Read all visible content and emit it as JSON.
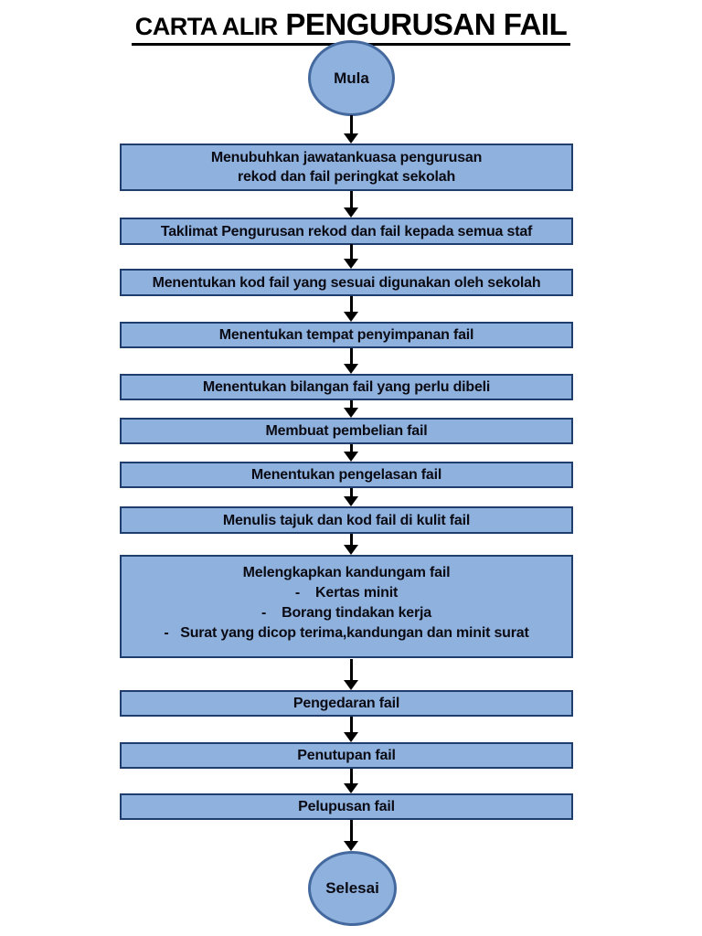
{
  "title": {
    "part1": "CARTA ALIR",
    "part2": "PENGURUSAN FAIL"
  },
  "colors": {
    "node_fill": "#8FB1DE",
    "box_border": "#1F3E6E",
    "circle_border": "#44699E",
    "arrow": "#000000",
    "text": "#0b0b14"
  },
  "nodes": {
    "start": {
      "label": "Mula"
    },
    "end": {
      "label": "Selesai"
    }
  },
  "steps": [
    {
      "label": "Menubuhkan jawatankuasa pengurusan\nrekod dan fail peringkat sekolah"
    },
    {
      "label": "Taklimat Pengurusan rekod dan fail kepada semua staf"
    },
    {
      "label": "Menentukan kod fail yang sesuai digunakan oleh sekolah"
    },
    {
      "label": "Menentukan tempat penyimpanan fail"
    },
    {
      "label": "Menentukan bilangan fail yang perlu dibeli"
    },
    {
      "label": "Membuat pembelian fail"
    },
    {
      "label": "Menentukan pengelasan fail"
    },
    {
      "label": "Menulis tajuk dan kod fail di kulit fail"
    },
    {
      "label": "Melengkapkan kandungam fail",
      "items": [
        "-    Kertas minit",
        "-    Borang tindakan kerja",
        "-   Surat yang dicop terima,kandungan dan minit surat"
      ]
    },
    {
      "label": "Pengedaran fail"
    },
    {
      "label": "Penutupan fail"
    },
    {
      "label": "Pelupusan fail"
    }
  ]
}
